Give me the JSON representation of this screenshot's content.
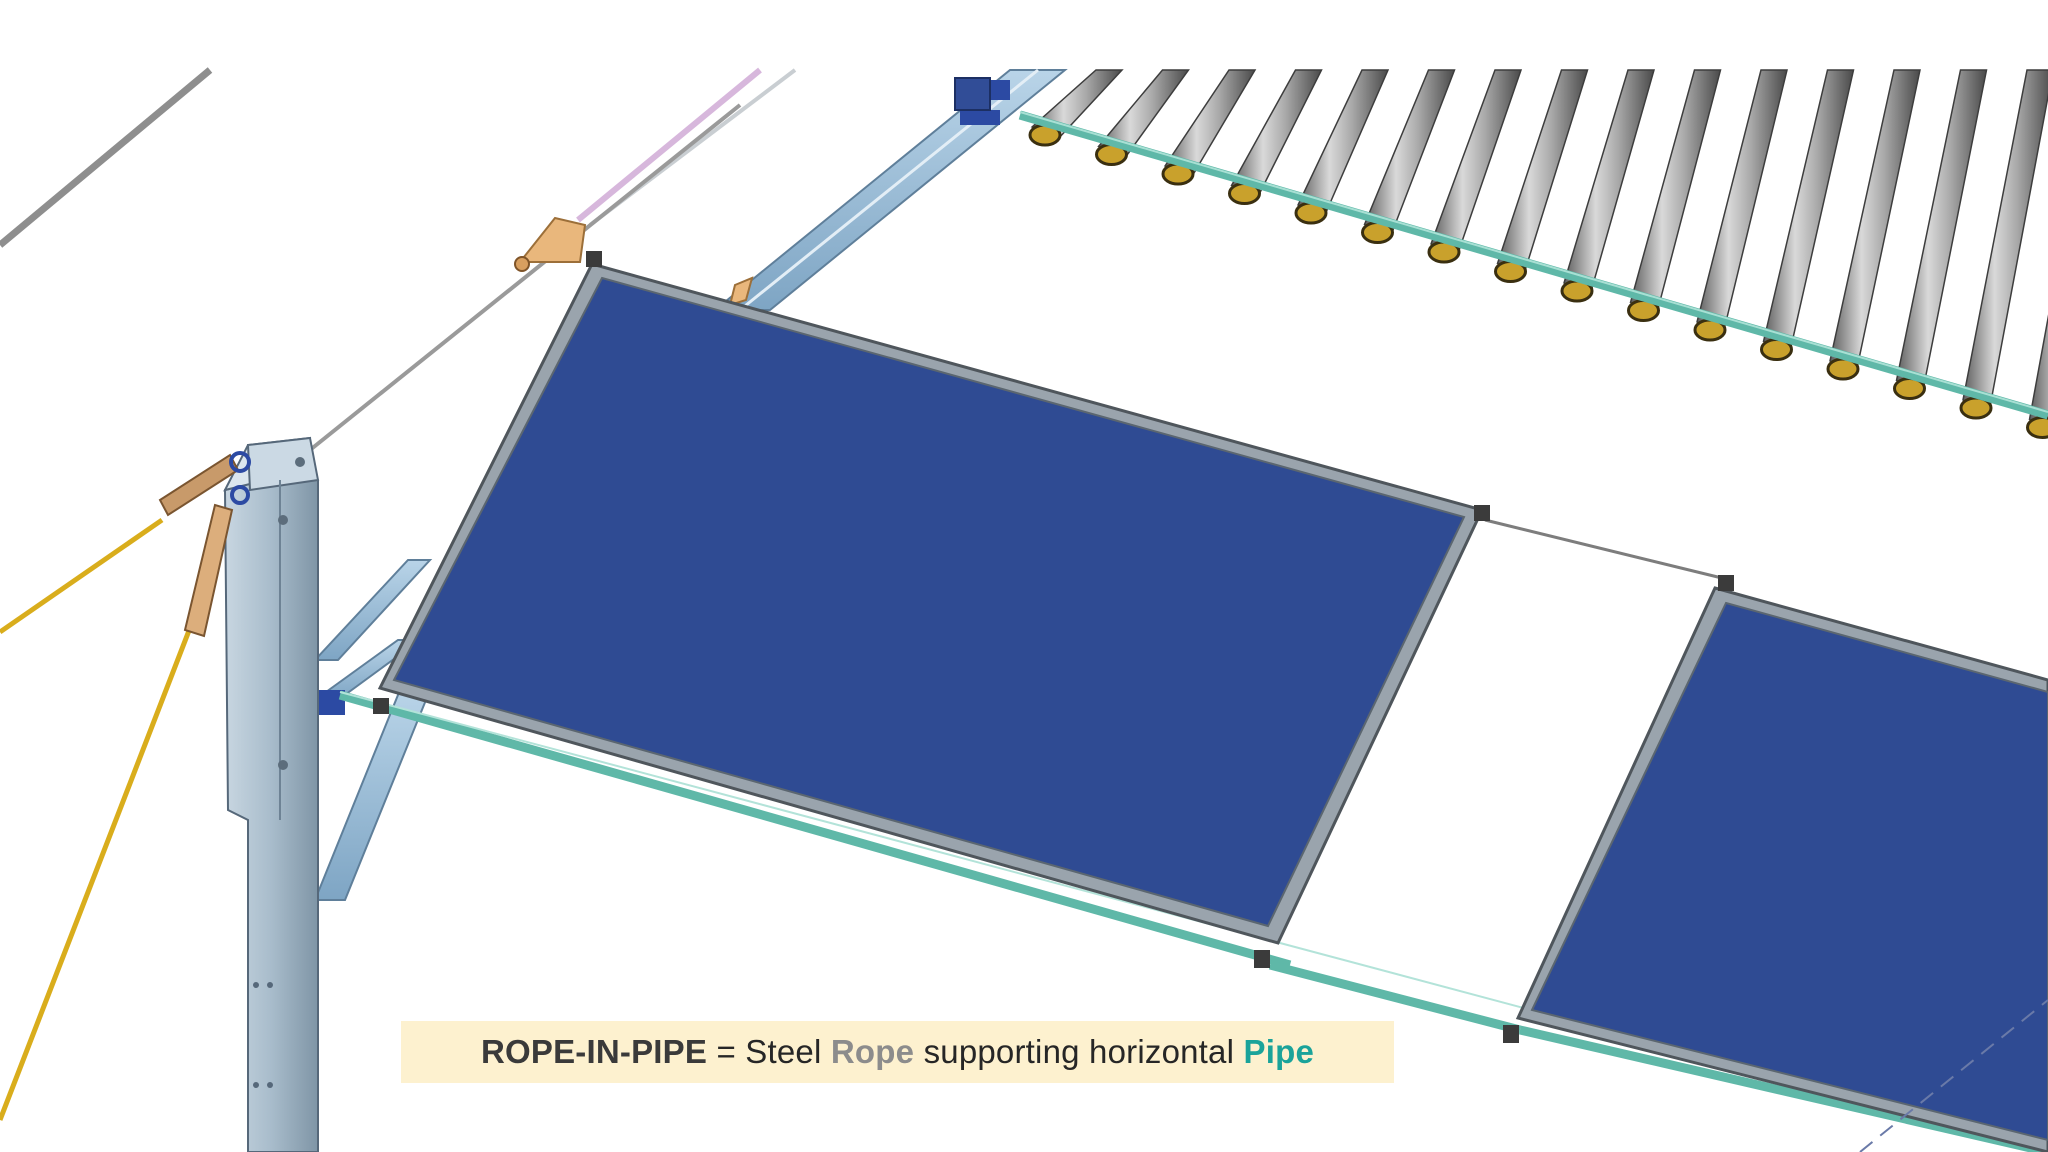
{
  "caption": {
    "keyword": "ROPE-IN-PIPE",
    "equals": " = Steel ",
    "rope": "Rope",
    "middle": " supporting horizontal ",
    "pipe": "Pipe"
  },
  "colors": {
    "caption_background": "#fdf1cf",
    "rope_word": "#8c8c8c",
    "pipe_word": "#1aa39a",
    "panel_blue": "#2f4b93",
    "frame_steel": "#9aa4ad",
    "support_pipe": "#5fb8a8",
    "guy_rope": "#d9ad1c",
    "rack_beam": "#9cc0dc",
    "column": "#a9bccb"
  }
}
